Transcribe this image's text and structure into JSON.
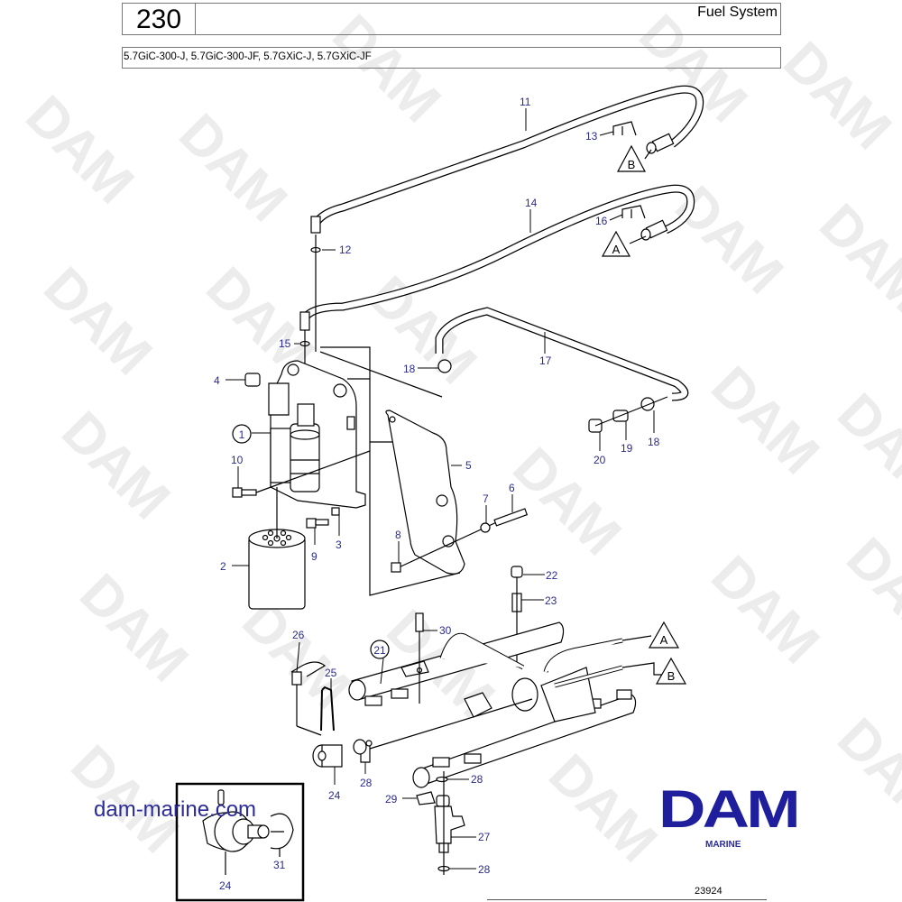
{
  "header": {
    "page_number": "230",
    "title": "Fuel System",
    "models": "5.7GiC-300-J, 5.7GiC-300-JF, 5.7GXiC-J, 5.7GXiC-JF"
  },
  "watermark": {
    "text": "DAM",
    "color": "#ececec"
  },
  "colors": {
    "label": "#2b2b8f",
    "logo": "#1f1f9e",
    "line": "#000000"
  },
  "diagram": {
    "reference_number": "23924",
    "connection_markers": [
      "A",
      "B",
      "A",
      "B"
    ],
    "callouts": [
      {
        "id": "1",
        "circled": true
      },
      {
        "id": "2"
      },
      {
        "id": "3"
      },
      {
        "id": "4"
      },
      {
        "id": "5"
      },
      {
        "id": "6"
      },
      {
        "id": "7"
      },
      {
        "id": "8"
      },
      {
        "id": "9"
      },
      {
        "id": "10"
      },
      {
        "id": "11"
      },
      {
        "id": "12"
      },
      {
        "id": "13"
      },
      {
        "id": "14"
      },
      {
        "id": "15"
      },
      {
        "id": "16"
      },
      {
        "id": "17"
      },
      {
        "id": "18"
      },
      {
        "id": "18"
      },
      {
        "id": "19"
      },
      {
        "id": "20"
      },
      {
        "id": "21",
        "circled": true
      },
      {
        "id": "22"
      },
      {
        "id": "23"
      },
      {
        "id": "24"
      },
      {
        "id": "24"
      },
      {
        "id": "25"
      },
      {
        "id": "26"
      },
      {
        "id": "27"
      },
      {
        "id": "28"
      },
      {
        "id": "28"
      },
      {
        "id": "28"
      },
      {
        "id": "29"
      },
      {
        "id": "30"
      },
      {
        "id": "31"
      }
    ],
    "labels": {
      "l1": "1",
      "l2": "2",
      "l3": "3",
      "l4": "4",
      "l5": "5",
      "l6": "6",
      "l7": "7",
      "l8": "8",
      "l9": "9",
      "l10": "10",
      "l11": "11",
      "l12": "12",
      "l13": "13",
      "l14": "14",
      "l15": "15",
      "l16": "16",
      "l17": "17",
      "l18a": "18",
      "l18b": "18",
      "l19": "19",
      "l20": "20",
      "l21": "21",
      "l22": "22",
      "l23": "23",
      "l24a": "24",
      "l24b": "24",
      "l25": "25",
      "l26": "26",
      "l27": "27",
      "l28a": "28",
      "l28b": "28",
      "l28c": "28",
      "l29": "29",
      "l30": "30",
      "l31": "31",
      "tri_b_top": "B",
      "tri_a_top": "A",
      "tri_a_rail": "A",
      "tri_b_rail": "B"
    }
  },
  "footer": {
    "website": "dam-marine.com",
    "logo_text": "DAM",
    "logo_subtitle": "MARINE"
  }
}
